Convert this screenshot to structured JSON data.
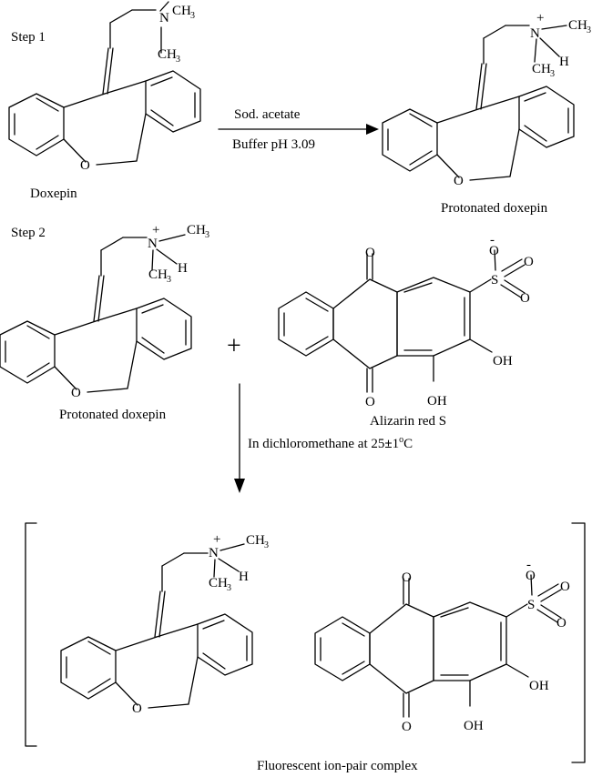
{
  "steps": {
    "step1": "Step 1",
    "step2": "Step 2"
  },
  "reagents": {
    "sodium_acetate": "Sod. acetate",
    "buffer": "Buffer pH 3.09"
  },
  "names": {
    "doxepin": "Doxepin",
    "protonated_doxepin": "Protonated doxepin",
    "alizarin": "Alizarin red S",
    "complex": "Fluorescent ion-pair complex"
  },
  "symbols": {
    "plus": "+"
  },
  "conditions": {
    "prefix": "In dichloromethane at 25",
    "pm": "±",
    "value": "1",
    "deg": "o",
    "unit": "C"
  },
  "atoms": {
    "N": "N",
    "O": "O",
    "S": "S",
    "H": "H",
    "CH3": "CH",
    "sub3": "3",
    "OH": "OH",
    "charge_plus": "+",
    "charge_minus": "-"
  },
  "colors": {
    "ink": "#000000",
    "background": "#ffffff"
  }
}
